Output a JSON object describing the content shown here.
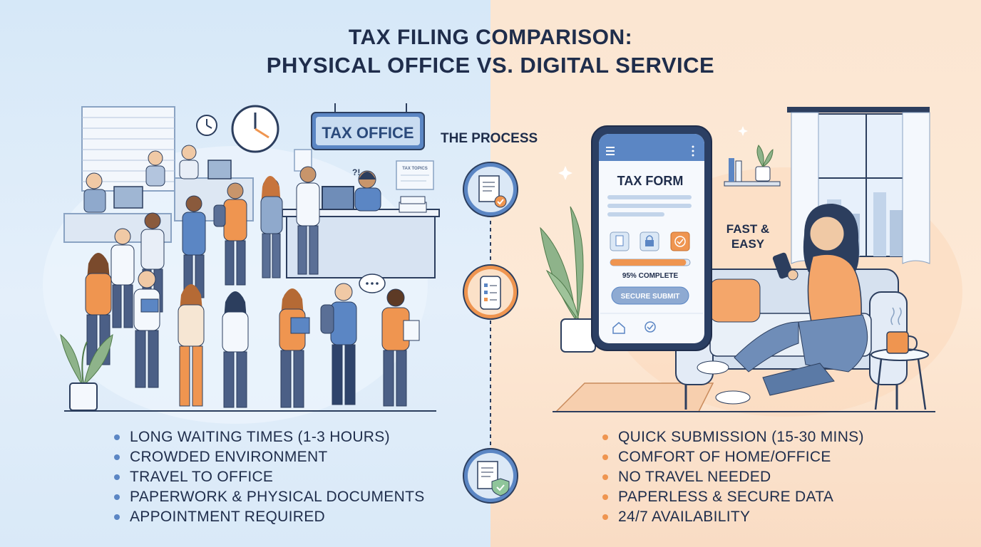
{
  "title": {
    "line1": "TAX FILING COMPARISON:",
    "line2": "PHYSICAL OFFICE VS. DIGITAL SERVICE"
  },
  "colors": {
    "left_bg": "#d6e8f8",
    "right_bg": "#fde9d6",
    "blue_accent": "#5b86c4",
    "orange_accent": "#ef9550",
    "navy_text": "#1f2d4b"
  },
  "center": {
    "label": "THE PROCESS",
    "steps": [
      {
        "icon": "document-check-icon"
      },
      {
        "icon": "phone-checklist-icon"
      },
      {
        "icon": "document-shield-icon"
      }
    ]
  },
  "office": {
    "sign": "TAX OFFICE",
    "small_sign": "TAX TOPICS"
  },
  "phone": {
    "form_title": "TAX FORM",
    "progress_label": "95% COMPLETE",
    "progress_value": 0.95,
    "submit_label": "SECURE SUBMIT"
  },
  "digital": {
    "tagline_1": "FAST &",
    "tagline_2": "EASY"
  },
  "left_bullets": [
    "LONG WAITING TIMES (1-3 HOURS)",
    "CROWDED ENVIRONMENT",
    "TRAVEL TO OFFICE",
    "PAPERWORK & PHYSICAL DOCUMENTS",
    "APPOINTMENT REQUIRED"
  ],
  "right_bullets": [
    "QUICK SUBMISSION (15-30 MINS)",
    "COMFORT OF HOME/OFFICE",
    "NO TRAVEL NEEDED",
    "PAPERLESS & SECURE DATA",
    "24/7 AVAILABILITY"
  ]
}
